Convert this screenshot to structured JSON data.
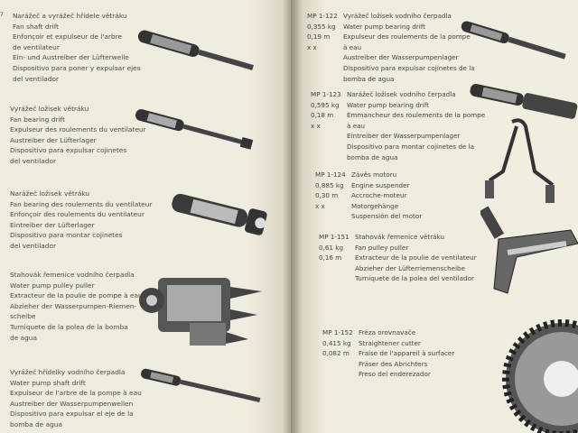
{
  "left_page": {
    "page_mark": "7",
    "items": [
      {
        "lines": [
          "Narážeč a vyrážeč hřídele větráku",
          "Fan shaft drift",
          "Enfonçoir et expulseur de l'arbre",
          "de ventilateur",
          "Ein- und Austreiber der Lüfterwelle",
          "Dispositivo para poner y expulsar ejes",
          "del ventilador"
        ]
      },
      {
        "lines": [
          "Vyrážeč ložisek větráku",
          "Fan bearing drift",
          "Expulseur des roulements du ventilateur",
          "Austreiber der Lüfterlager",
          "Dispositivo para expulsar cojinetes",
          "del ventilador"
        ]
      },
      {
        "lines": [
          "Narážeč ložisek větráku",
          "Fan bearing des roulements du ventilateur",
          "Enfonçoir des roulements du ventilateur",
          "Eintreiber der Lüfterlager",
          "Dispositivo para montar cojinetes",
          "del ventilador"
        ]
      },
      {
        "lines": [
          "Stahovák řemenice vodního čerpadla",
          "Water pump pulley puller",
          "Extracteur de la poulie de pompe à eau",
          "Abzieher der Wasserpumpen-Riemen-",
          "scheibe",
          "Turniquete de la polea de la bomba",
          "de agua"
        ]
      },
      {
        "lines": [
          "Vyrážeč hřídelky vodního čerpadla",
          "Water pump shaft drift",
          "Expulseur de l'arbre de la pompe à eau",
          "Austreiber der Wasserpumpenwellen",
          "Dispositivo para expulsar el eje de la",
          "bomba de agua"
        ]
      }
    ]
  },
  "right_page": {
    "items": [
      {
        "meta": [
          "MP 1-122",
          "0,355 kg",
          "0,19 m",
          "x x"
        ],
        "lines": [
          "Vyrážeč ložisek vodního čerpadla",
          "Water pump bearing drift",
          "Expulseur des roulements de la pompe",
          "à eau",
          "Austreiber der Wasserpumpenlager",
          "Dispositivo para expulsar cojinetes de la",
          "bomba de agua"
        ]
      },
      {
        "meta": [
          "MP 1-123",
          "0,595 kg",
          "0,18 m",
          "x x"
        ],
        "lines": [
          "Narážeč ložisek vodního čerpadla",
          "Water pump bearing drift",
          "Emmancheur des roulements de la pompe",
          "à eau",
          "Eintreiber der Wasserpumpenlager",
          "Dispositivo para montar cojinetes de la",
          "bomba de agua"
        ]
      },
      {
        "meta": [
          "MP 1-124",
          "0,885 kg",
          "0,30 m",
          "x x"
        ],
        "lines": [
          "Závěs motoru",
          "Engine suspender",
          "Accroche-moteur",
          "Motorgehänge",
          "Suspensión del motor"
        ]
      },
      {
        "meta": [
          "MP 1-151",
          "0,61 kg",
          "0,16 m"
        ],
        "lines": [
          "Stahovák řemenice větráku",
          "Fan pulley puller",
          "Extracteur de la poulie de ventilateur",
          "Abzieher der Lüfterriemenscheibe",
          "Turniquete de la polea del ventilador"
        ]
      },
      {
        "meta": [
          "MP 1-152",
          "0,415 kg",
          "0,082 m"
        ],
        "lines": [
          "Fréza orovnavače",
          "Straightener cutter",
          "Fraise de l'appareil à surfacer",
          "Fräser des Abrichters",
          "Freso del enderezador"
        ]
      }
    ]
  }
}
